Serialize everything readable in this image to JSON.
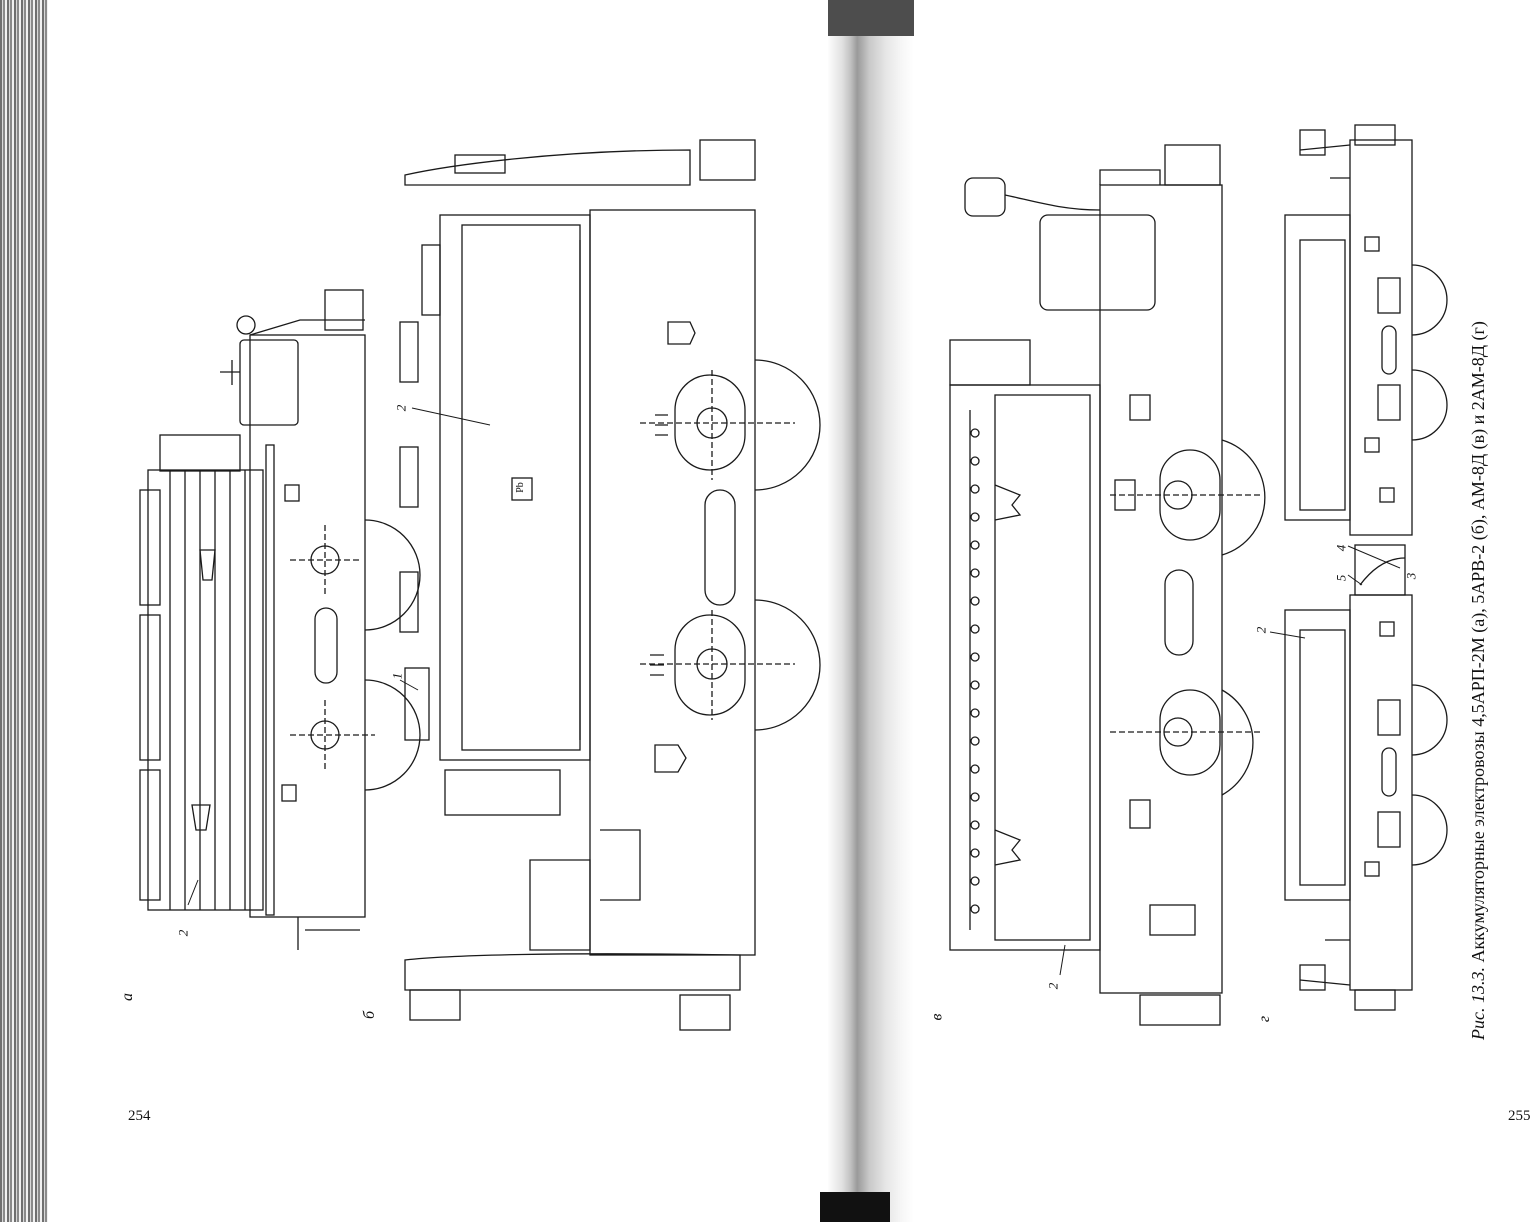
{
  "pages": {
    "left_number": "254",
    "right_number": "255"
  },
  "caption": {
    "prefix": "Рис.",
    "figure": "13.3.",
    "text": "Аккумуляторные электровозы 4,5АРП-2М (а), 5АРВ-2 (б), АМ-8Д (в) и 2АМ-8Д (г)"
  },
  "view_labels": {
    "a": "а",
    "b": "б",
    "v": "в",
    "g": "г"
  },
  "callouts": {
    "a_2": "2",
    "b_1": "1",
    "b_2": "2",
    "b_pb": "Pb",
    "v_2": "2",
    "g_2": "2",
    "g_4": "4",
    "g_5": "5",
    "g_3": "3"
  },
  "colors": {
    "ink": "#1a1a1a",
    "paper": "#ffffff"
  }
}
